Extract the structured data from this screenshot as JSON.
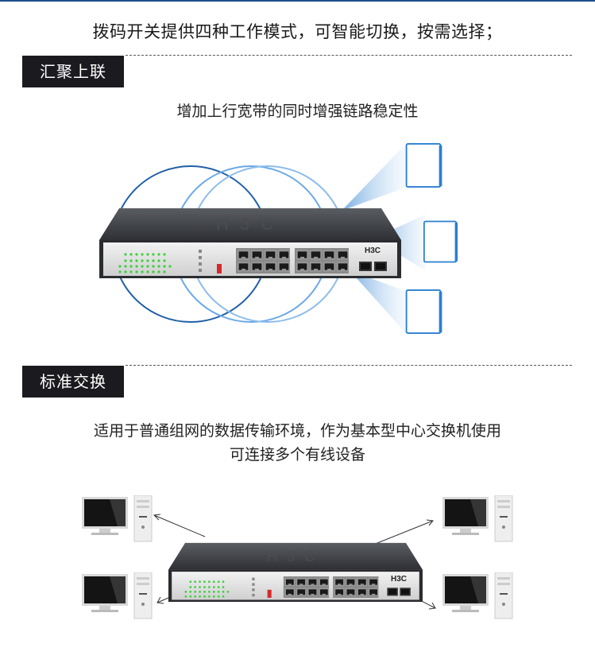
{
  "intro_text": "拨码开关提供四种工作模式，可智能切换，按需选择；",
  "brand_logo": "H3C",
  "sections": [
    {
      "tag": "汇聚上联",
      "lines": [
        "增加上行宽带的同时增强链路稳定性"
      ]
    },
    {
      "tag": "标准交换",
      "lines": [
        "适用于普通组网的数据传输环境，作为基本型中心交换机使用",
        "可连接多个有线设备"
      ]
    }
  ],
  "colors": {
    "top_line": "#1f4e8c",
    "tag_bg": "#1b1b1f",
    "signal_blue": "#2a7fd0",
    "port_led": "#3ad13a"
  }
}
